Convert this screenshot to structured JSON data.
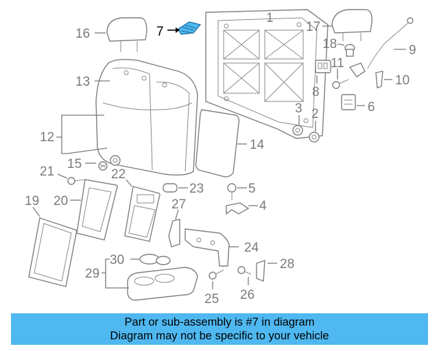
{
  "diagram": {
    "callouts": [
      "1",
      "2",
      "3",
      "4",
      "5",
      "6",
      "7",
      "8",
      "9",
      "10",
      "11",
      "12",
      "13",
      "14",
      "15",
      "16",
      "17",
      "18",
      "19",
      "20",
      "21",
      "22",
      "23",
      "24",
      "25",
      "26",
      "27",
      "28",
      "29",
      "30"
    ],
    "highlighted_part": "7",
    "highlight_color": "#4fb8f0",
    "text_color": "#7a7a7a"
  },
  "caption": {
    "line1": "Part or sub-assembly is #7 in diagram",
    "line2": "Diagram may not be specific to your vehicle",
    "background": "#4fb8f0"
  }
}
